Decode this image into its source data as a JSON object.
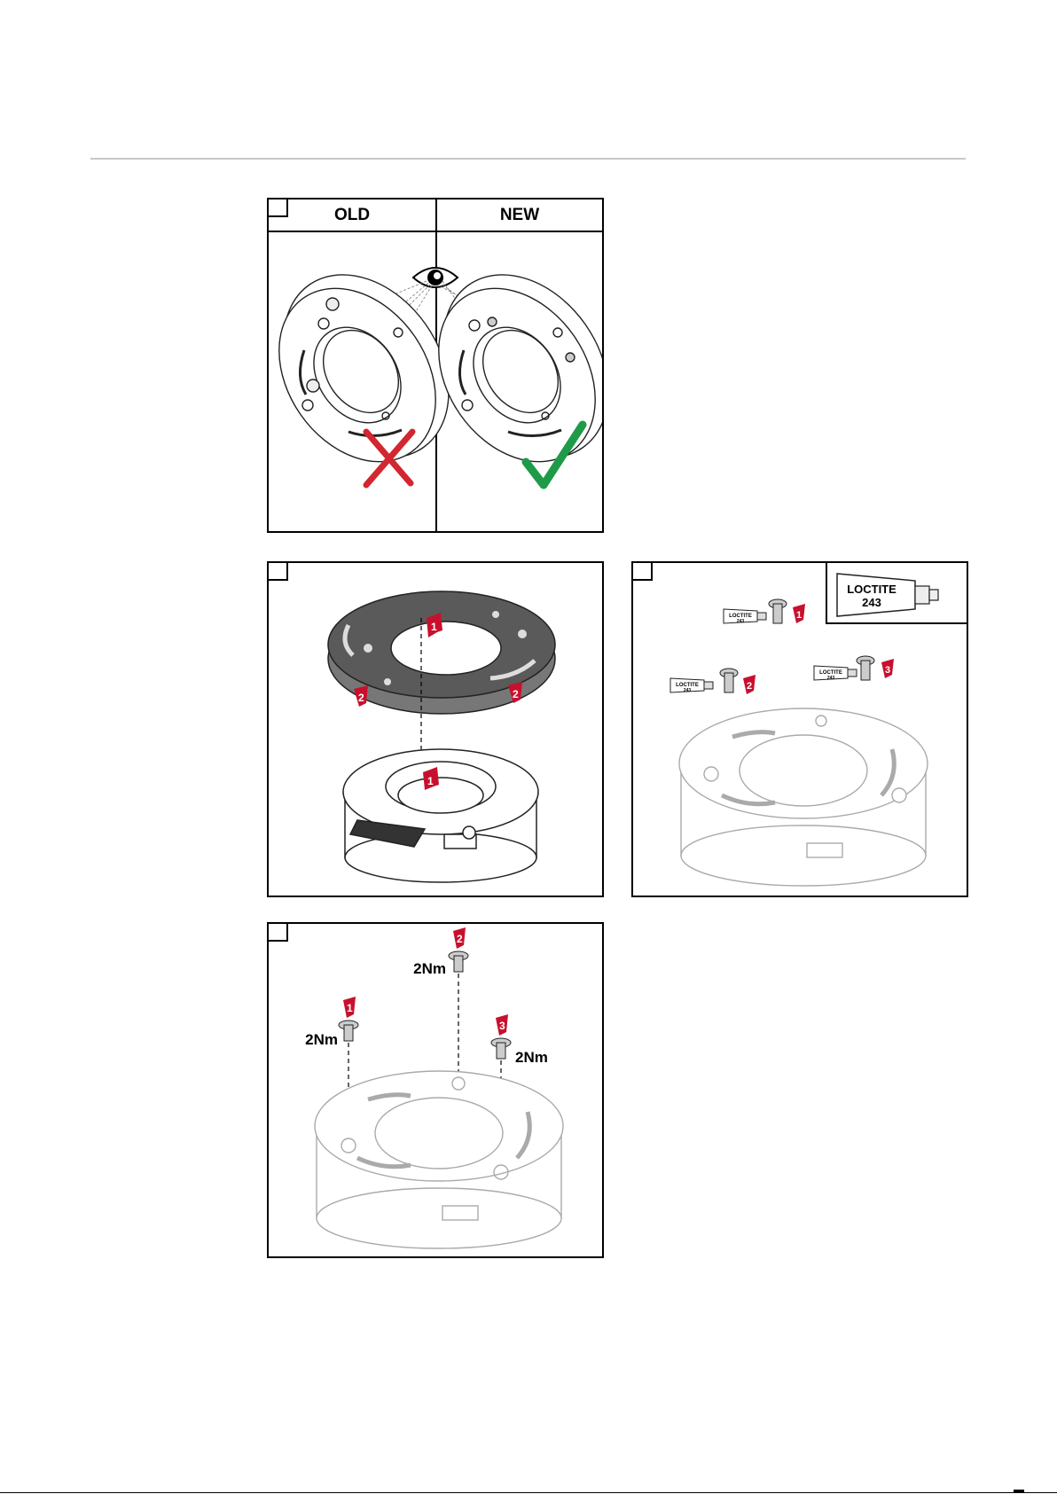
{
  "panel1": {
    "old_label": "OLD",
    "new_label": "NEW"
  },
  "panel3": {
    "tube_brand": "LOCTITE",
    "tube_number": "243",
    "small_tube_brand": "LOCTITE",
    "small_tube_number": "243",
    "step_numbers": [
      "1",
      "2",
      "3"
    ]
  },
  "panel4": {
    "torque_1": "2Nm",
    "torque_2": "2Nm",
    "torque_3": "2Nm",
    "step_numbers": [
      "1",
      "2",
      "3"
    ]
  },
  "panel2": {
    "step_numbers": [
      "1",
      "2",
      "2",
      "1"
    ]
  },
  "colors": {
    "arrow_red": "#c8102e",
    "cross_red": "#d22630",
    "check_green": "#1f9a48",
    "ring_dark": "#5a5a5a"
  }
}
